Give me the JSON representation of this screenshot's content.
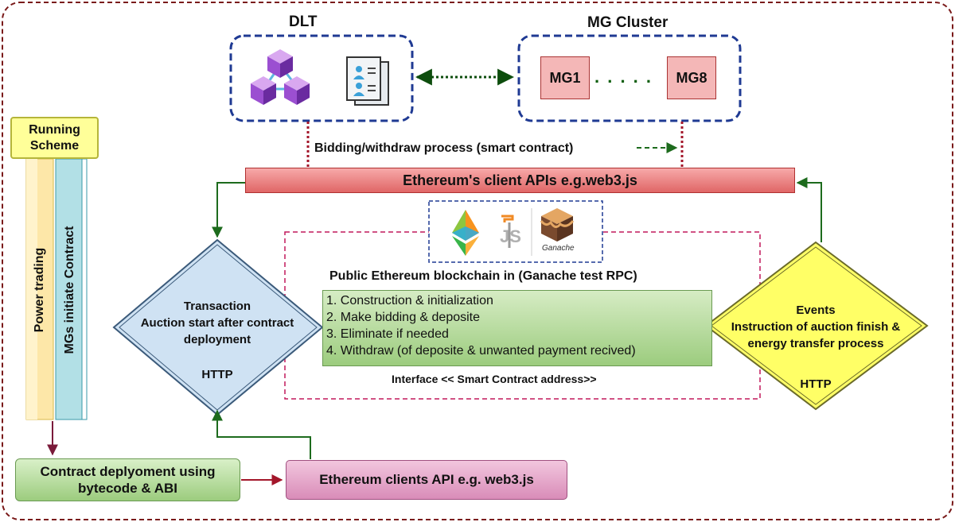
{
  "dlt": {
    "title": "DLT"
  },
  "mg_cluster": {
    "title": "MG Cluster",
    "first": "MG1",
    "dots": ". . . . .",
    "last": "MG8"
  },
  "bidding": {
    "label": "Bidding/withdraw process (smart contract)"
  },
  "client_api_top": {
    "label": "Ethereum's  client APIs e.g.web3.js"
  },
  "ganache": {
    "logo_text": "Ganache"
  },
  "blockchain": {
    "title": "Public Ethereum blockchain in (Ganache test RPC)",
    "steps": [
      "1. Construction & initialization",
      "2. Make bidding & deposite",
      "3. Eliminate if needed",
      "4. Withdraw (of deposite & unwanted  payment recived)"
    ],
    "interface": "Interface << Smart Contract address>>"
  },
  "transaction": {
    "line1": "Transaction",
    "line2": "Auction start after contract",
    "line3": "deployment",
    "http": "HTTP"
  },
  "events": {
    "line1": "Events",
    "line2": "Instruction of auction finish &",
    "line3": "energy transfer process",
    "http": "HTTP"
  },
  "running_scheme": {
    "line1": "Running",
    "line2": "Scheme",
    "power": "Power trading",
    "mgs": "MGs initiate Contract"
  },
  "deployment": {
    "line1": "Contract deplyoment using",
    "line2": "bytecode & ABI"
  },
  "client_api_bottom": {
    "label": "Ethereum clients API e.g. web3.js"
  },
  "colors": {
    "outer_border": "#7a1a1a",
    "navy": "#1f3a93",
    "red_box": "#f4b7b7",
    "green": "#92c47d",
    "purple": "#6a0dad",
    "yellow": "#ffff66",
    "pink": "#e8a8c8",
    "blue_diamond": "#cfe2f3"
  }
}
